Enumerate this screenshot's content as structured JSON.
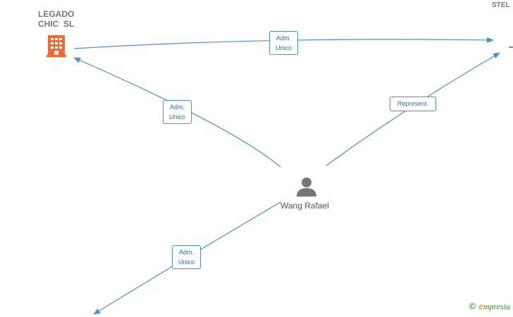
{
  "nodes": {
    "company_legado": {
      "name": "LEGADO\nCHIC  SL",
      "icon": "building-icon",
      "color": "#f26a2e"
    },
    "company_stel": {
      "name": "STEL",
      "icon": "building-icon"
    },
    "person_wang": {
      "name": "Wang Rafael",
      "icon": "person-icon",
      "color": "#777777"
    }
  },
  "edges": [
    {
      "id": "legado-stel",
      "label": "Adm.\nUnico"
    },
    {
      "id": "wang-legado",
      "label": "Adm.\nUnico"
    },
    {
      "id": "wang-stel",
      "label": "Represent."
    },
    {
      "id": "wang-bottom",
      "label": "Adm.\nUnico"
    }
  ],
  "colors": {
    "edge": "#4a8fd9",
    "edge_label": "#2f6fb8"
  },
  "footer": {
    "copyright_symbol": "©",
    "brand_initial": "e",
    "brand_rest": "mpresia"
  }
}
